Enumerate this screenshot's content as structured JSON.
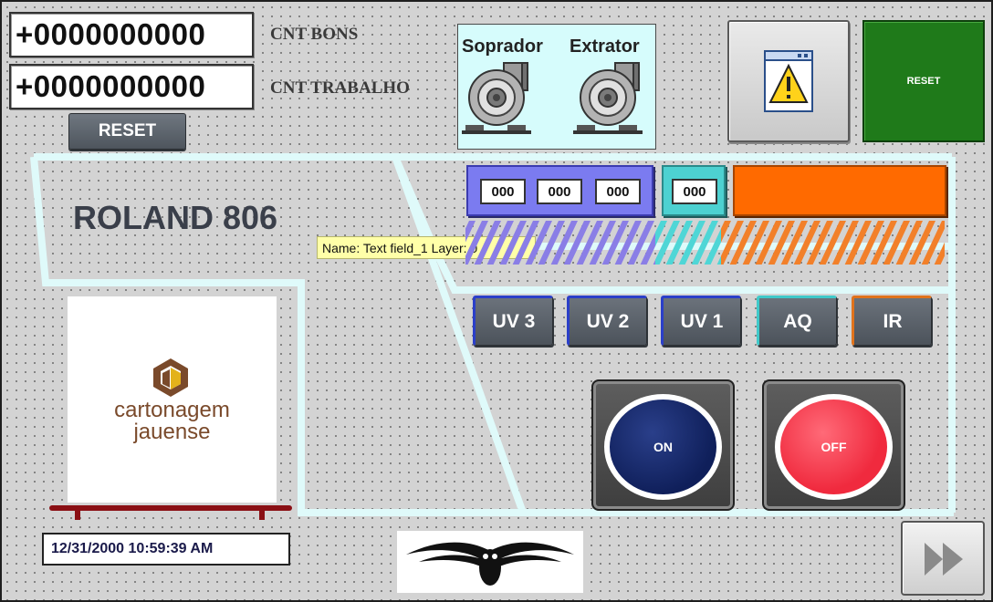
{
  "counters": {
    "bons_value": "+0000000000",
    "bons_label": "CNT BONS",
    "trabalho_value": "+0000000000",
    "trabalho_label": "CNT TRABALHO",
    "reset_label": "RESET"
  },
  "fans": {
    "soprador_label": "Soprador",
    "extrator_label": "Extrator"
  },
  "alarm_button": {
    "icon": "warning-window-icon"
  },
  "reset_green_label": "RESET",
  "machine_title": "ROLAND 806",
  "tooltip": "Name: Text field_1   Layer: 0",
  "io_fields": {
    "purple": [
      "000",
      "000",
      "000"
    ],
    "teal": "000"
  },
  "lamp_buttons": [
    {
      "label": "UV 3",
      "accent": "#2b3fc9"
    },
    {
      "label": "UV 2",
      "accent": "#2b3fc9"
    },
    {
      "label": "UV 1",
      "accent": "#2b3fc9"
    },
    {
      "label": "AQ",
      "accent": "#3fc9c9"
    },
    {
      "label": "IR",
      "accent": "#e0731c"
    }
  ],
  "power": {
    "on_label": "ON",
    "off_label": "OFF"
  },
  "logo": {
    "line1": "cartonagem",
    "line2": "jauense"
  },
  "datetime": "12/31/2000 10:59:39 AM",
  "next_button": {
    "icon": "fast-forward-icon"
  },
  "colors": {
    "background": "#d3d3d3",
    "track_line": "#dffafa",
    "purple_panel": "#7b7bf0",
    "teal_panel": "#4dd1d1",
    "orange_bar": "#ff6a00",
    "reset_green": "#1f7a1a",
    "on_button": "#0f1f5a",
    "off_button": "#f02a3e"
  }
}
